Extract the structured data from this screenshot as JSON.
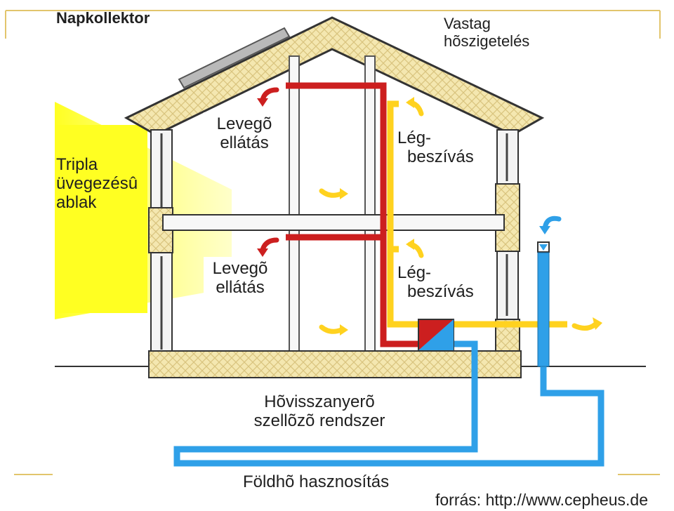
{
  "labels": {
    "solar_collector": "Napkollektor",
    "insulation_line1": "Vastag",
    "insulation_line2": "hõszigetelés",
    "window_line1": "Tripla",
    "window_line2": "üvegezésû",
    "window_line3": "ablak",
    "supply_upper_line1": "Levegõ",
    "supply_upper_line2": "ellátás",
    "supply_lower_line1": "Levegõ",
    "supply_lower_line2": "ellátás",
    "exhaust_upper_line1": "Lég-",
    "exhaust_upper_line2": "beszívás",
    "exhaust_lower_line1": "Lég-",
    "exhaust_lower_line2": "beszívás",
    "hrv_line1": "Hõvisszanyerõ",
    "hrv_line2": "szellõzõ rendszer",
    "ground_heat": "Földhõ hasznosítás",
    "source": "forrás: http://www.cepheus.de"
  },
  "colors": {
    "sun": "#ffff33",
    "insulation": "#f4e7b0",
    "supply_duct": "#cc1f1f",
    "exhaust_duct": "#ffd21f",
    "ground_duct": "#2fa0e8",
    "frame_accent": "#e2c56c",
    "outline": "#333333"
  },
  "icons": [
    "supply-arrow-icon",
    "exhaust-arrow-icon",
    "fresh-air-arrow-icon",
    "heat-exchanger-icon",
    "solar-panel-icon",
    "filter-icon"
  ]
}
